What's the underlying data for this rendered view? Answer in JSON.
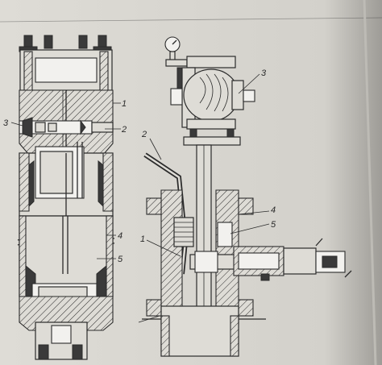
{
  "labels": {
    "left_figure": {
      "l1": "1",
      "l2": "2",
      "l3": "3",
      "l4": "4",
      "l5": "5"
    },
    "right_figure": {
      "r1": "1",
      "r2": "2",
      "r3": "3",
      "r4": "4",
      "r5": "5"
    }
  },
  "colors": {
    "paper": "#dedcd6",
    "ink": "#2b2b2b",
    "background": "#d9d7d2"
  }
}
